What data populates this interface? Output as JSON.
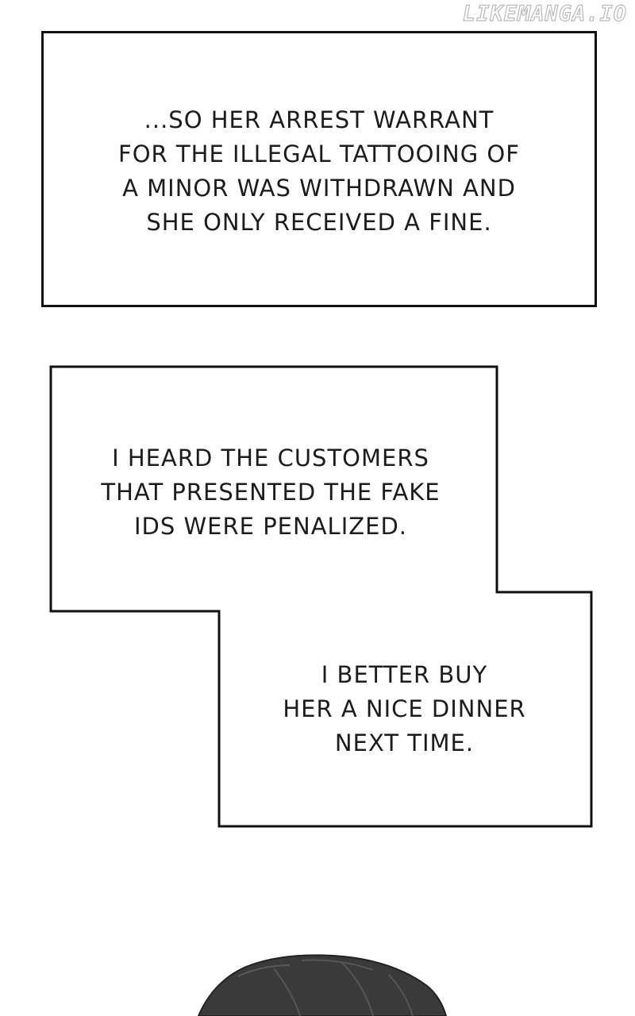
{
  "watermark": "LIKEMANGA.IO",
  "captions": [
    {
      "lines": [
        "...SO HER ARREST WARRANT",
        "FOR THE ILLEGAL TATTOOING OF",
        "A MINOR WAS WITHDRAWN AND",
        "SHE ONLY RECEIVED A FINE."
      ]
    },
    {
      "lines": [
        "I HEARD THE CUSTOMERS",
        "THAT PRESENTED THE FAKE",
        "IDS WERE PENALIZED."
      ]
    },
    {
      "lines": [
        "I BETTER BUY",
        "HER A NICE DINNER",
        "NEXT TIME."
      ]
    }
  ],
  "colors": {
    "border": "#111111",
    "text": "#1c1c1c",
    "watermark_outline": "#b9b9b9",
    "hair": "#3a3a3a"
  }
}
